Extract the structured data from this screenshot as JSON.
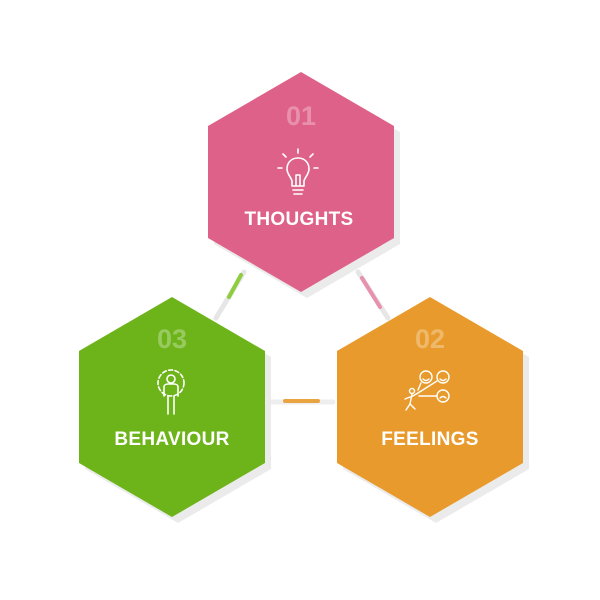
{
  "colors": {
    "background": "#ffffff",
    "thoughts": "#de6189",
    "feelings": "#e89b2c",
    "behaviour": "#6db41a",
    "shadow": "#ebebeb",
    "text": "#ffffff"
  },
  "hexagons": [
    {
      "id": "thoughts",
      "number": "01",
      "label": "THOUGHTS",
      "icon": "lightbulb-icon"
    },
    {
      "id": "feelings",
      "number": "02",
      "label": "FEELINGS",
      "icon": "emotions-icon"
    },
    {
      "id": "behaviour",
      "number": "03",
      "label": "BEHAVIOUR",
      "icon": "person-gear-icon"
    }
  ]
}
